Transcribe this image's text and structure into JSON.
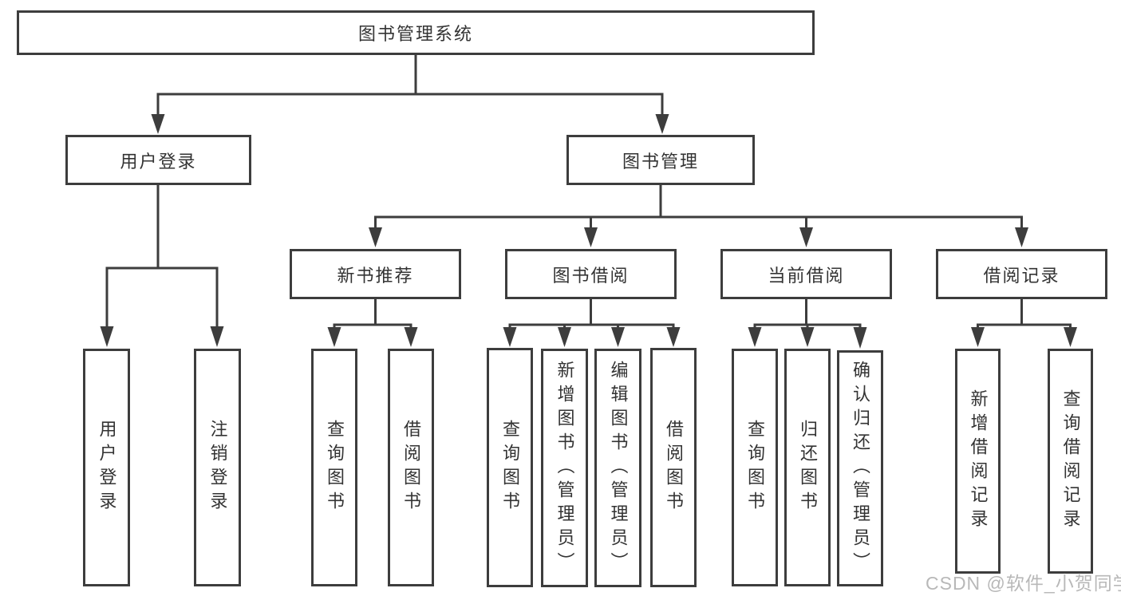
{
  "tree": {
    "label": "图书管理系统",
    "children": [
      {
        "label": "用户登录",
        "children": [
          {
            "label": "用户登录"
          },
          {
            "label": "注销登录"
          }
        ]
      },
      {
        "label": "图书管理",
        "children": [
          {
            "label": "新书推荐",
            "children": [
              {
                "label": "查询图书"
              },
              {
                "label": "借阅图书"
              }
            ]
          },
          {
            "label": "图书借阅",
            "children": [
              {
                "label": "查询图书"
              },
              {
                "label": "新增图书（管理员）"
              },
              {
                "label": "编辑图书（管理员）"
              },
              {
                "label": "借阅图书"
              }
            ]
          },
          {
            "label": "当前借阅",
            "children": [
              {
                "label": "查询图书"
              },
              {
                "label": "归还图书"
              },
              {
                "label": "确认归还（管理员）"
              }
            ]
          },
          {
            "label": "借阅记录",
            "children": [
              {
                "label": "新增借阅记录"
              },
              {
                "label": "查询借阅记录"
              }
            ]
          }
        ]
      }
    ]
  },
  "watermark": {
    "text": "CSDN @软件_小贺同学"
  },
  "colors": {
    "line": "#3d3d3d",
    "text": "#333333",
    "watermark": "#b4b4b4",
    "background": "#ffffff"
  }
}
